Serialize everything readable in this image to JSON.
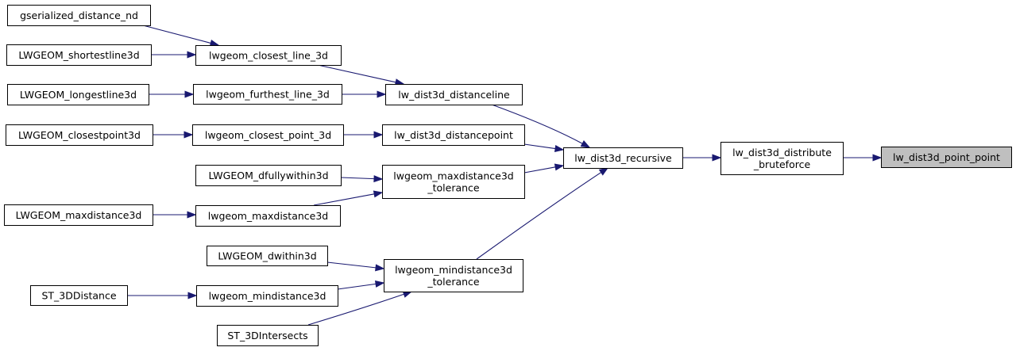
{
  "graph": {
    "edge_color": "#191970",
    "root_fill": "#bfbfbf",
    "nodes": [
      {
        "id": "lw_dist3d_point_point",
        "lines": [
          "lw_dist3d_point_point"
        ],
        "root": true
      },
      {
        "id": "lw_dist3d_distribute_bruteforce",
        "lines": [
          "lw_dist3d_distribute",
          "_bruteforce"
        ]
      },
      {
        "id": "lw_dist3d_recursive",
        "lines": [
          "lw_dist3d_recursive"
        ]
      },
      {
        "id": "lw_dist3d_distanceline",
        "lines": [
          "lw_dist3d_distanceline"
        ]
      },
      {
        "id": "lw_dist3d_distancepoint",
        "lines": [
          "lw_dist3d_distancepoint"
        ]
      },
      {
        "id": "lwgeom_maxdistance3d_tolerance",
        "lines": [
          "lwgeom_maxdistance3d",
          "_tolerance"
        ]
      },
      {
        "id": "lwgeom_mindistance3d_tolerance",
        "lines": [
          "lwgeom_mindistance3d",
          "_tolerance"
        ]
      },
      {
        "id": "lwgeom_closest_line_3d",
        "lines": [
          "lwgeom_closest_line_3d"
        ]
      },
      {
        "id": "lwgeom_furthest_line_3d",
        "lines": [
          "lwgeom_furthest_line_3d"
        ]
      },
      {
        "id": "lwgeom_closest_point_3d",
        "lines": [
          "lwgeom_closest_point_3d"
        ]
      },
      {
        "id": "LWGEOM_dfullywithin3d",
        "lines": [
          "LWGEOM_dfullywithin3d"
        ]
      },
      {
        "id": "lwgeom_maxdistance3d",
        "lines": [
          "lwgeom_maxdistance3d"
        ]
      },
      {
        "id": "LWGEOM_dwithin3d",
        "lines": [
          "LWGEOM_dwithin3d"
        ]
      },
      {
        "id": "lwgeom_mindistance3d",
        "lines": [
          "lwgeom_mindistance3d"
        ]
      },
      {
        "id": "ST_3DIntersects",
        "lines": [
          "ST_3DIntersects"
        ]
      },
      {
        "id": "gserialized_distance_nd",
        "lines": [
          "gserialized_distance_nd"
        ]
      },
      {
        "id": "LWGEOM_shortestline3d",
        "lines": [
          "LWGEOM_shortestline3d"
        ]
      },
      {
        "id": "LWGEOM_longestline3d",
        "lines": [
          "LWGEOM_longestline3d"
        ]
      },
      {
        "id": "LWGEOM_closestpoint3d",
        "lines": [
          "LWGEOM_closestpoint3d"
        ]
      },
      {
        "id": "LWGEOM_maxdistance3d",
        "lines": [
          "LWGEOM_maxdistance3d"
        ]
      },
      {
        "id": "ST_3DDistance",
        "lines": [
          "ST_3DDistance"
        ]
      }
    ],
    "edges": [
      {
        "from": "lw_dist3d_distribute_bruteforce",
        "to": "lw_dist3d_point_point"
      },
      {
        "from": "lw_dist3d_recursive",
        "to": "lw_dist3d_distribute_bruteforce"
      },
      {
        "from": "lw_dist3d_distanceline",
        "to": "lw_dist3d_recursive"
      },
      {
        "from": "lw_dist3d_distancepoint",
        "to": "lw_dist3d_recursive"
      },
      {
        "from": "lwgeom_maxdistance3d_tolerance",
        "to": "lw_dist3d_recursive"
      },
      {
        "from": "lwgeom_mindistance3d_tolerance",
        "to": "lw_dist3d_recursive"
      },
      {
        "from": "lwgeom_closest_line_3d",
        "to": "lw_dist3d_distanceline"
      },
      {
        "from": "lwgeom_furthest_line_3d",
        "to": "lw_dist3d_distanceline"
      },
      {
        "from": "lwgeom_closest_point_3d",
        "to": "lw_dist3d_distancepoint"
      },
      {
        "from": "LWGEOM_dfullywithin3d",
        "to": "lwgeom_maxdistance3d_tolerance"
      },
      {
        "from": "lwgeom_maxdistance3d",
        "to": "lwgeom_maxdistance3d_tolerance"
      },
      {
        "from": "LWGEOM_dwithin3d",
        "to": "lwgeom_mindistance3d_tolerance"
      },
      {
        "from": "lwgeom_mindistance3d",
        "to": "lwgeom_mindistance3d_tolerance"
      },
      {
        "from": "ST_3DIntersects",
        "to": "lwgeom_mindistance3d_tolerance"
      },
      {
        "from": "gserialized_distance_nd",
        "to": "lwgeom_closest_line_3d"
      },
      {
        "from": "LWGEOM_shortestline3d",
        "to": "lwgeom_closest_line_3d"
      },
      {
        "from": "LWGEOM_longestline3d",
        "to": "lwgeom_furthest_line_3d"
      },
      {
        "from": "LWGEOM_closestpoint3d",
        "to": "lwgeom_closest_point_3d"
      },
      {
        "from": "LWGEOM_maxdistance3d",
        "to": "lwgeom_maxdistance3d"
      },
      {
        "from": "ST_3DDistance",
        "to": "lwgeom_mindistance3d"
      }
    ]
  }
}
